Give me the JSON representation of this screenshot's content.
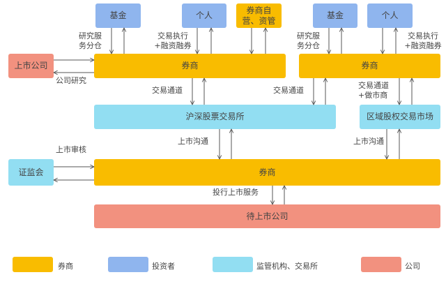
{
  "nodes": {
    "fund_left": "基金",
    "individual_left": "个人",
    "broker_proprietary": "券商自营、资管",
    "fund_right": "基金",
    "individual_right": "个人",
    "listed_company": "上市公司",
    "broker_top_left": "券商",
    "broker_top_right": "券商",
    "sz_sh_exchange": "沪深股票交易所",
    "regional_equity_market": "区域股权交易市场",
    "csrc": "证监会",
    "broker_middle": "券商",
    "pre_ipo_company": "待上市公司"
  },
  "labels": {
    "research_left": "研究服务分仓",
    "trade_exec_left": "交易执行+融资融券",
    "research_right": "研究服务分仓",
    "trade_exec_right": "交易执行+融资融券",
    "company_research": "公司研究",
    "trade_channel_left": "交易通道",
    "trade_channel_mid": "交易通道",
    "trade_channel_mm": "交易通道+做市商",
    "listing_comm_left": "上市沟通",
    "listing_comm_right": "上市沟通",
    "listing_review": "上市审核",
    "ib_service": "投行上市服务"
  },
  "legend": [
    {
      "label": "券商",
      "color": "#f9bc00"
    },
    {
      "label": "投资者",
      "color": "#8fb5ee"
    },
    {
      "label": "监管机构、交易所",
      "color": "#92def2"
    },
    {
      "label": "公司",
      "color": "#f2917f"
    }
  ]
}
